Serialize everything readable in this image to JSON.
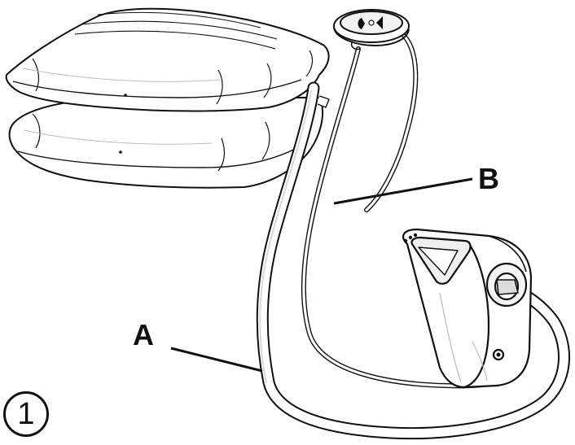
{
  "figure": {
    "step_number": "1",
    "callouts": [
      {
        "letter": "A"
      },
      {
        "letter": "B"
      }
    ]
  },
  "style": {
    "line_color": "#111111",
    "fill_color": "#ffffff",
    "shade_color": "#e6e6e6"
  }
}
